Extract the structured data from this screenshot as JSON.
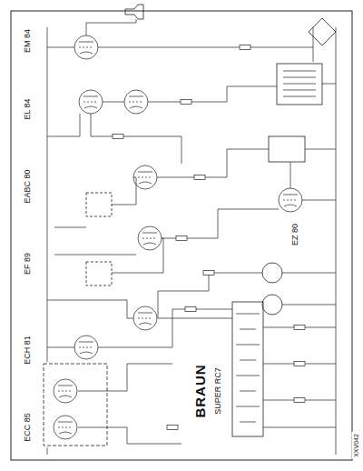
{
  "diagram": {
    "labels": [
      "ECC 85",
      "ECH 81",
      "EF 89",
      "EABC 80",
      "EL 84",
      "EM 84",
      "EZ 80",
      "BRAUN",
      "SUPER RC7",
      "XXV042"
    ]
  }
}
